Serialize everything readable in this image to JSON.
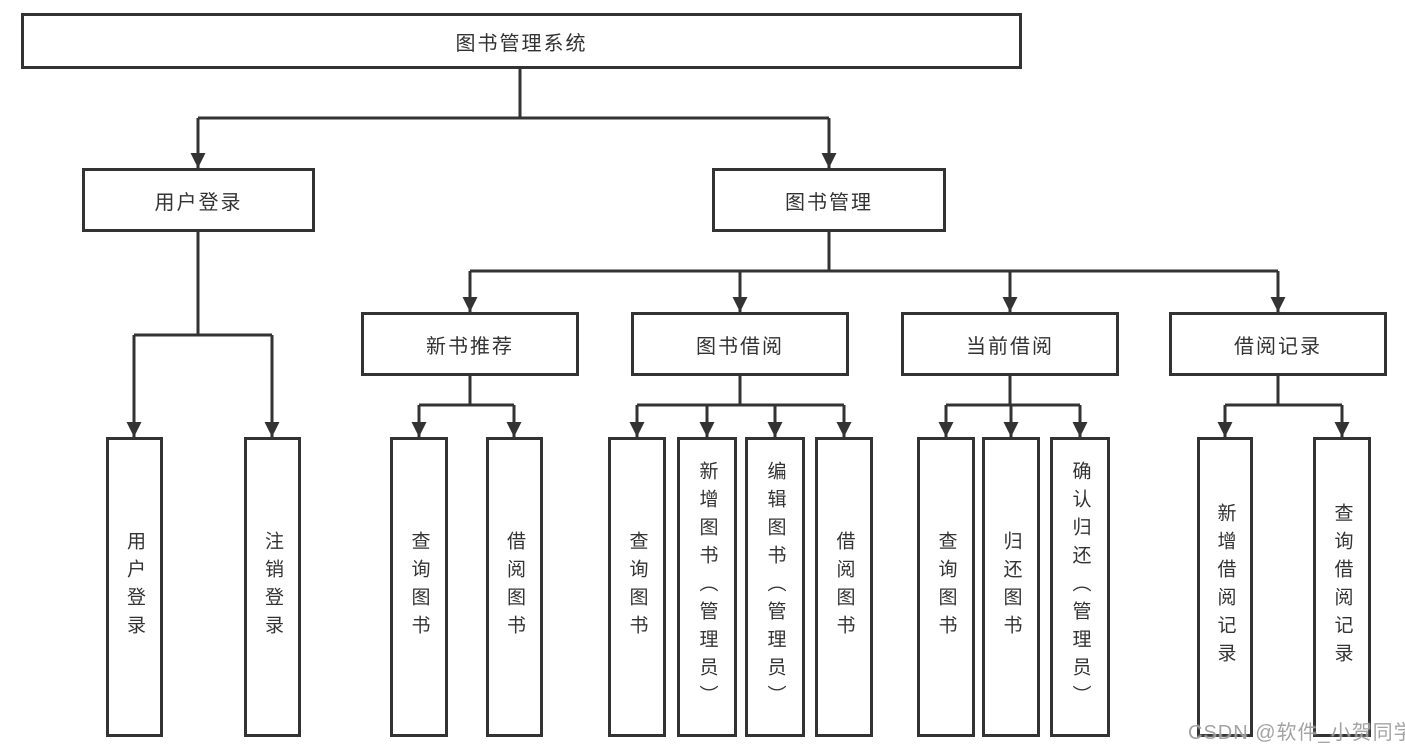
{
  "diagram": {
    "type": "hierarchy",
    "colors": {
      "line": "#333333",
      "box_border": "#333333",
      "box_fill": "#ffffff",
      "text": "#333333",
      "watermark": "#9b9b9b"
    },
    "tree": {
      "label": "图书管理系统",
      "children": [
        {
          "label": "用户登录",
          "children": [
            {
              "label": "用户登录"
            },
            {
              "label": "注销登录"
            }
          ]
        },
        {
          "label": "图书管理",
          "children": [
            {
              "label": "新书推荐",
              "children": [
                {
                  "label": "查询图书"
                },
                {
                  "label": "借阅图书"
                }
              ]
            },
            {
              "label": "图书借阅",
              "children": [
                {
                  "label": "查询图书"
                },
                {
                  "label": "新增图书（管理员）"
                },
                {
                  "label": "编辑图书（管理员）"
                },
                {
                  "label": "借阅图书"
                }
              ]
            },
            {
              "label": "当前借阅",
              "children": [
                {
                  "label": "查询图书"
                },
                {
                  "label": "归还图书"
                },
                {
                  "label": "确认归还（管理员）"
                }
              ]
            },
            {
              "label": "借阅记录",
              "children": [
                {
                  "label": "新增借阅记录"
                },
                {
                  "label": "查询借阅记录"
                }
              ]
            }
          ]
        }
      ]
    },
    "watermark": {
      "text": "CSDN @软件_小贺同学"
    }
  }
}
